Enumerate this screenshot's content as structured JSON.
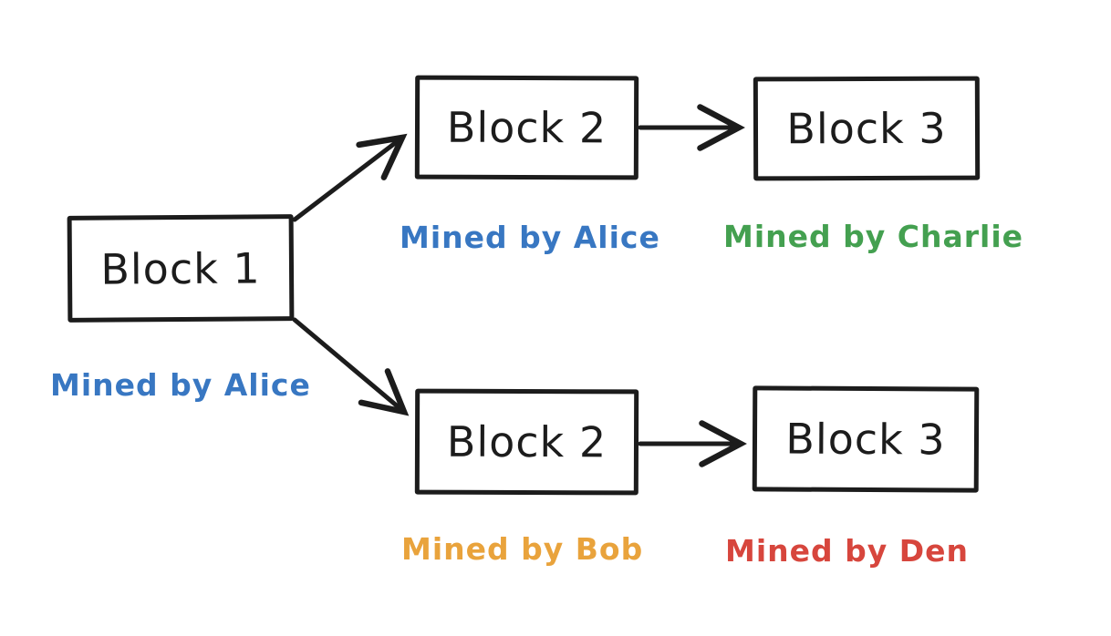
{
  "diagram": {
    "background": "#ffffff",
    "stroke_color": "#1c1c1c",
    "blocks": {
      "block1": {
        "label": "Block 1",
        "miner": "Mined by Alice",
        "miner_color": "#3877c2"
      },
      "block2_top": {
        "label": "Block 2",
        "miner": "Mined by Alice",
        "miner_color": "#3877c2"
      },
      "block3_top": {
        "label": "Block 3",
        "miner": "Mined by Charlie",
        "miner_color": "#44a050"
      },
      "block2_bottom": {
        "label": "Block 2",
        "miner": "Mined by Bob",
        "miner_color": "#e9a33c"
      },
      "block3_bottom": {
        "label": "Block 3",
        "miner": "Mined by Den",
        "miner_color": "#d7463d"
      }
    },
    "edges": [
      {
        "from": "block1",
        "to": "block2_top"
      },
      {
        "from": "block1",
        "to": "block2_bottom"
      },
      {
        "from": "block2_top",
        "to": "block3_top"
      },
      {
        "from": "block2_bottom",
        "to": "block3_bottom"
      }
    ]
  }
}
